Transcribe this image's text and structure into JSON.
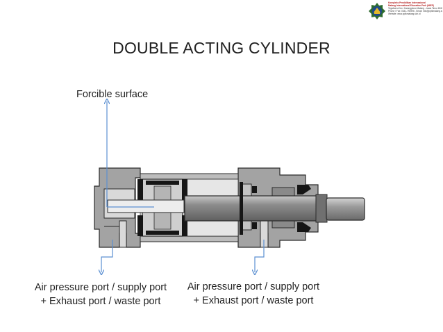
{
  "slide": {
    "title": "DOUBLE ACTING CYLINDER"
  },
  "logo": {
    "icon": "school-emblem-icon",
    "lines": [
      "Kompleks Pendidikan Internasional",
      "Malang International Education Park (MIEP)",
      "Tegalweru Kec. Karangploso Malang - Jawa Timur 65152",
      "Phone / Fax: 0341-794996 , Email: info@pptkmalang.sch.id",
      "Website: www.pptkmalang.sch.id"
    ]
  },
  "labels": {
    "forcible_surface": "Forcible surface",
    "port_left": {
      "line1": "Air pressure port / supply port",
      "line2": "+ Exhaust port / waste port"
    },
    "port_right": {
      "line1": "Air pressure port / supply port",
      "line2": "+ Exhaust port / waste port"
    }
  },
  "colors": {
    "housing": "#9c9c9c",
    "housing_light": "#c8c8c8",
    "seal": "#161616",
    "rod": "#8a8a8a",
    "arrow": "#5b8fd1",
    "outline": "#2a2a2a"
  }
}
